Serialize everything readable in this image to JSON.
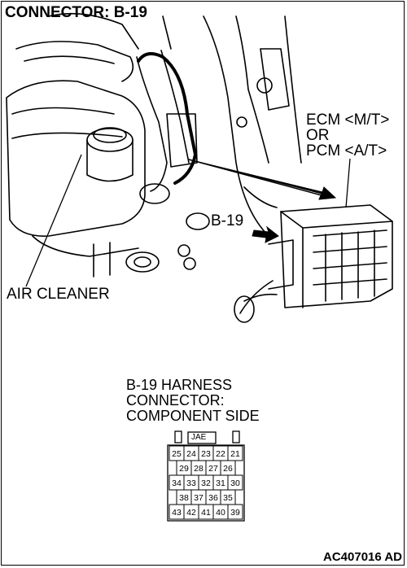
{
  "title": "CONNECTOR: B-19",
  "labels": {
    "ecm_line1": "ECM <M/T>",
    "ecm_line2": "OR",
    "ecm_line3": "PCM <A/T>",
    "connector_callout": "B-19",
    "air_cleaner": "AIR CLEANER"
  },
  "harness": {
    "line1": "B-19 HARNESS",
    "line2": "CONNECTOR:",
    "line3": "COMPONENT SIDE",
    "maker": "JAE",
    "pin_rows": [
      [
        "25",
        "24",
        "23",
        "22",
        "21"
      ],
      [
        "29",
        "28",
        "27",
        "26"
      ],
      [
        "34",
        "33",
        "32",
        "31",
        "30"
      ],
      [
        "38",
        "37",
        "36",
        "35"
      ],
      [
        "43",
        "42",
        "41",
        "40",
        "39"
      ]
    ]
  },
  "figure_code": "AC407016 AD"
}
